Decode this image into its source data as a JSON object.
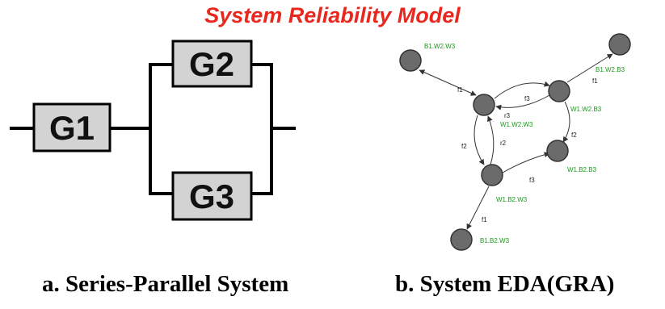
{
  "title": "System Reliability Model",
  "series_parallel": {
    "g1": "G1",
    "g2": "G2",
    "g3": "G3",
    "caption": "a. Series-Parallel System"
  },
  "eda": {
    "caption": "b. System EDA(GRA)",
    "states": {
      "b1w2w3": "B1.W2.W3",
      "b1w2b3": "B1.W2.B3",
      "w1w2w3": "W1.W2.W3",
      "w1w2b3": "W1.W2.B3",
      "w1b2b3": "W1.B2.B3",
      "w1b2w3": "W1.B2.W3",
      "b1b2w3": "B1.B2.W3"
    },
    "transitions": {
      "f1_a": "f1",
      "f1_b": "f1",
      "f1_c": "f1",
      "f3_a": "f3",
      "r3": "r3",
      "f2_a": "f2",
      "r2": "r2",
      "f2_b": "f2",
      "f3_b": "f3"
    }
  }
}
